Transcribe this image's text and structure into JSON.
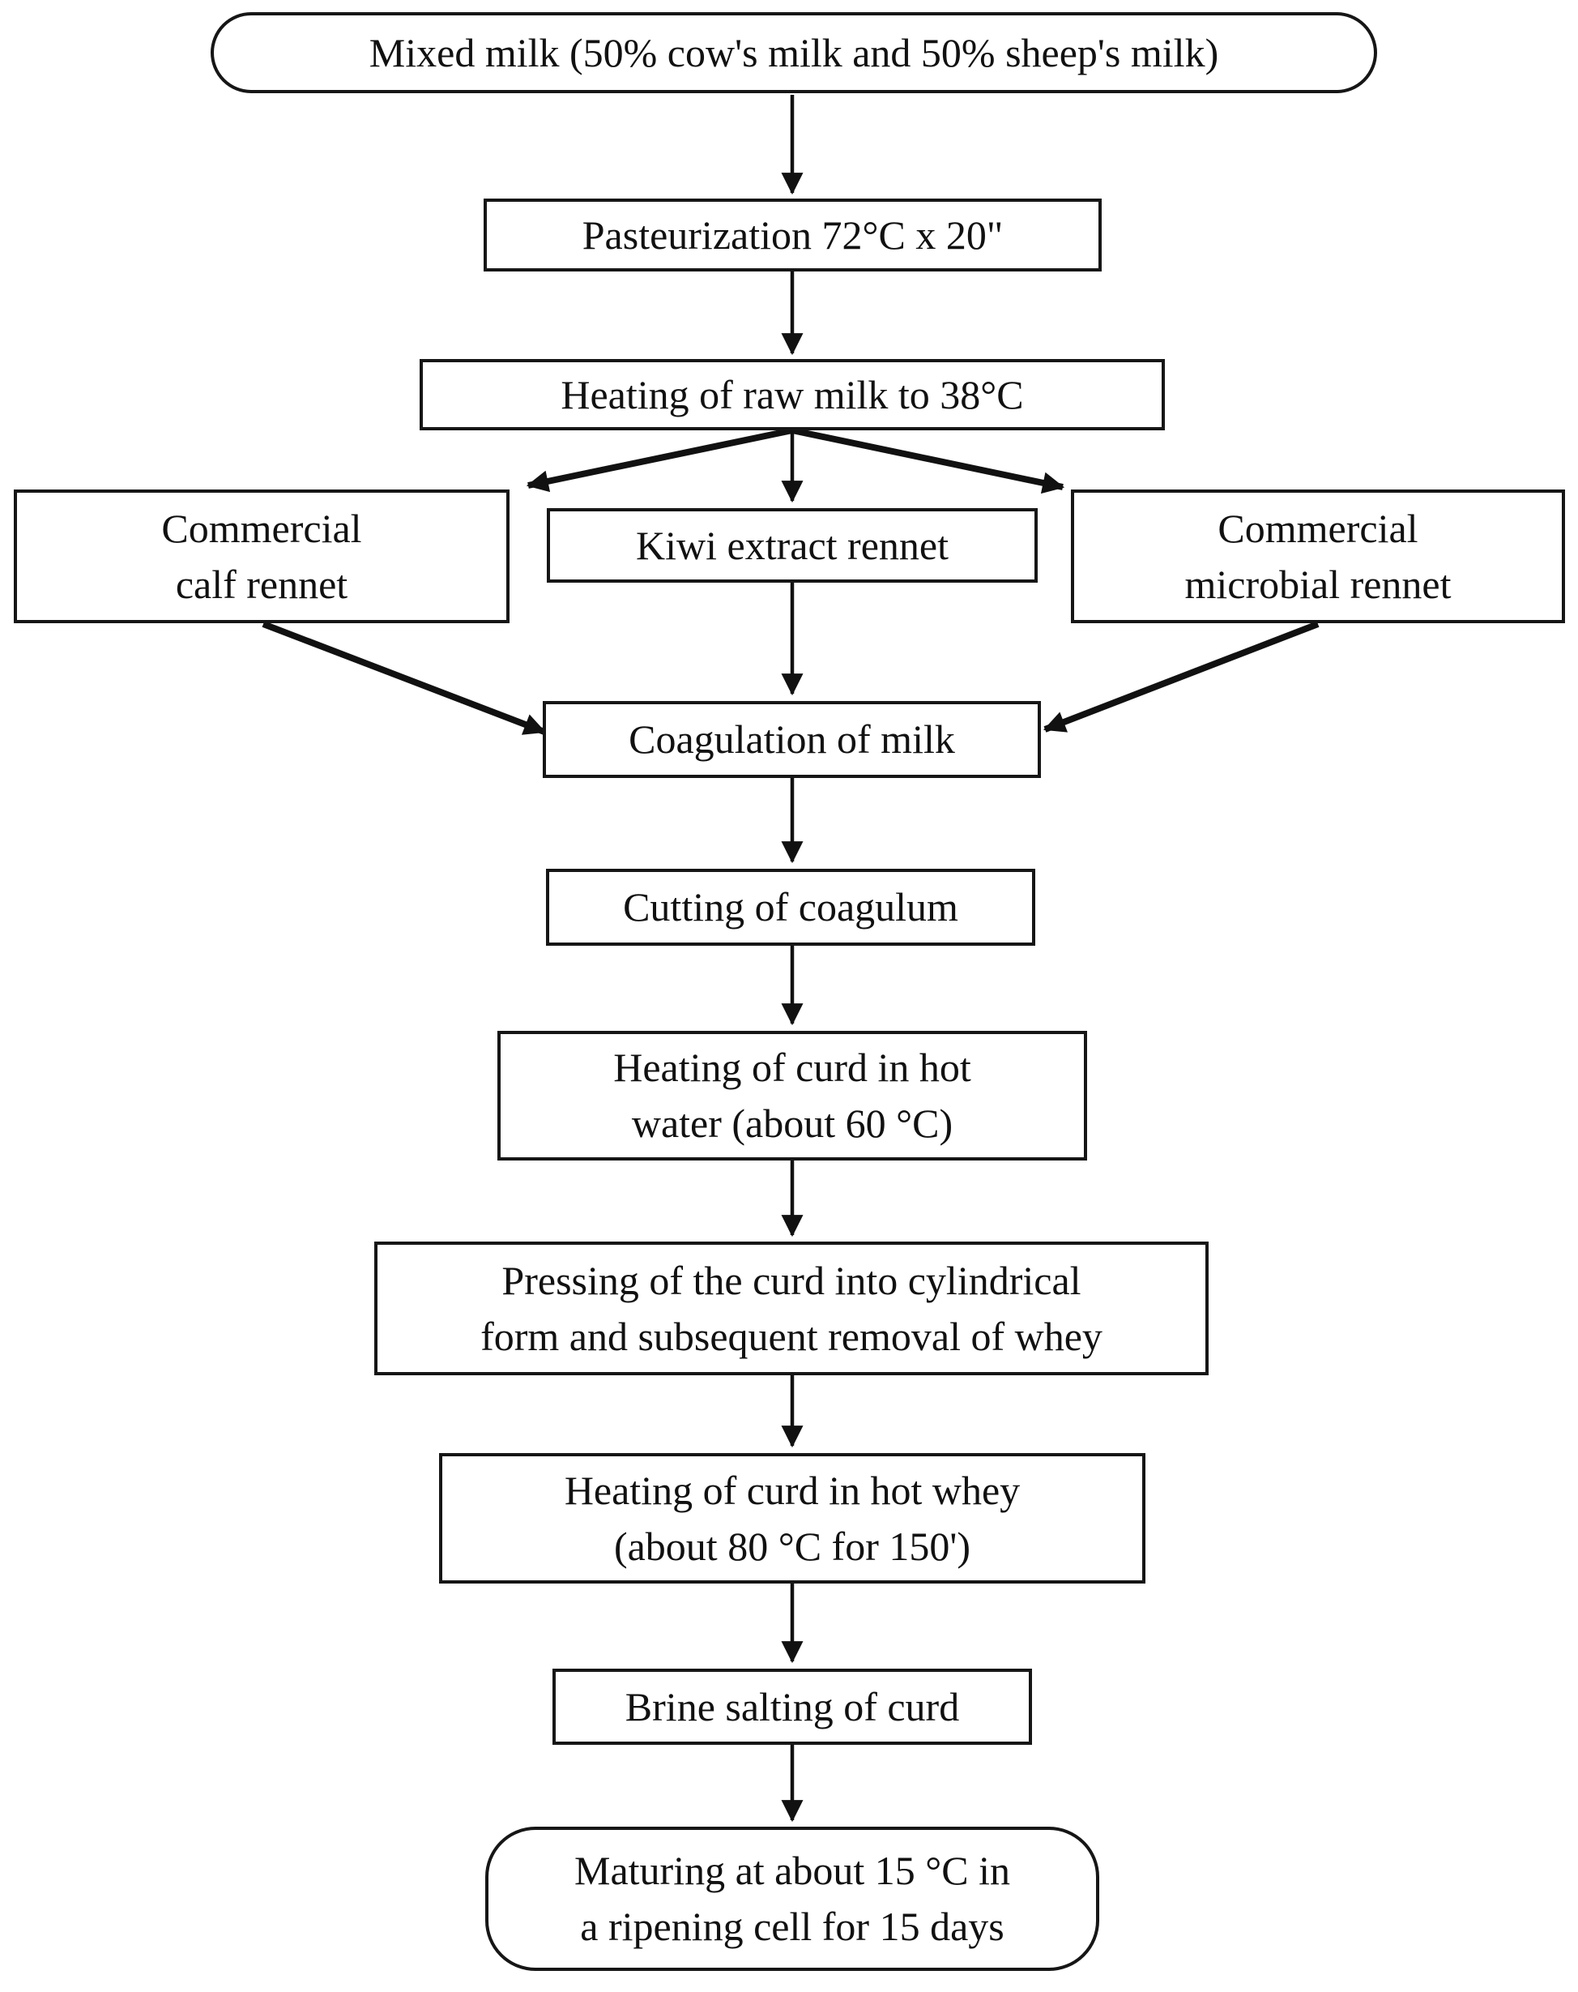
{
  "diagram": {
    "type": "flowchart",
    "subject": "cheese-making process",
    "colors": {
      "ink": "#111111",
      "background": "#ffffff"
    },
    "nodes": {
      "mixed_milk": {
        "label": "Mixed milk (50% cow's milk and 50% sheep's milk)",
        "shape": "rounded"
      },
      "pasteurization": {
        "label": "Pasteurization 72°C x 20\"",
        "shape": "rect"
      },
      "heating_raw": {
        "label": "Heating of raw milk to 38°C",
        "shape": "rect"
      },
      "calf_rennet": {
        "label": "Commercial\ncalf rennet",
        "shape": "rect"
      },
      "kiwi_rennet": {
        "label": "Kiwi extract rennet",
        "shape": "rect"
      },
      "microbial_rennet": {
        "label": "Commercial\nmicrobial rennet",
        "shape": "rect"
      },
      "coagulation": {
        "label": "Coagulation of milk",
        "shape": "rect"
      },
      "cutting": {
        "label": "Cutting of coagulum",
        "shape": "rect"
      },
      "heating_water": {
        "label": "Heating of curd in hot\nwater (about 60 °C)",
        "shape": "rect"
      },
      "pressing": {
        "label": "Pressing of the curd into cylindrical\nform and subsequent removal of whey",
        "shape": "rect"
      },
      "heating_whey": {
        "label": "Heating of curd in hot whey\n(about 80 °C for 150')",
        "shape": "rect"
      },
      "brine": {
        "label": "Brine salting of curd",
        "shape": "rect"
      },
      "maturing": {
        "label": "Maturing at about 15 °C in\na ripening cell for 15 days",
        "shape": "rounded"
      }
    },
    "edges": [
      {
        "from": "mixed_milk",
        "to": "pasteurization"
      },
      {
        "from": "pasteurization",
        "to": "heating_raw"
      },
      {
        "from": "heating_raw",
        "to": "calf_rennet"
      },
      {
        "from": "heating_raw",
        "to": "kiwi_rennet"
      },
      {
        "from": "heating_raw",
        "to": "microbial_rennet"
      },
      {
        "from": "calf_rennet",
        "to": "coagulation"
      },
      {
        "from": "kiwi_rennet",
        "to": "coagulation"
      },
      {
        "from": "microbial_rennet",
        "to": "coagulation"
      },
      {
        "from": "coagulation",
        "to": "cutting"
      },
      {
        "from": "cutting",
        "to": "heating_water"
      },
      {
        "from": "heating_water",
        "to": "pressing"
      },
      {
        "from": "pressing",
        "to": "heating_whey"
      },
      {
        "from": "heating_whey",
        "to": "brine"
      },
      {
        "from": "brine",
        "to": "maturing"
      }
    ]
  }
}
